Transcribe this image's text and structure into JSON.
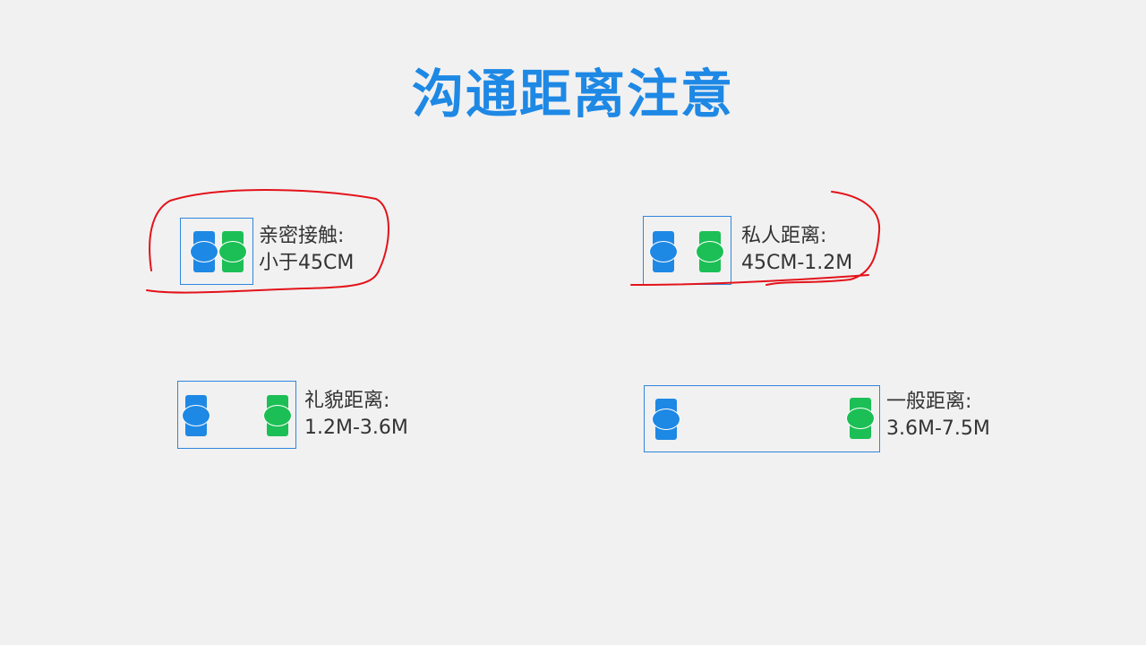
{
  "title": "沟通距离注意",
  "zones": [
    {
      "name": "亲密接触:",
      "range": "小于45CM"
    },
    {
      "name": "私人距离:",
      "range": "45CM-1.2M"
    },
    {
      "name": "礼貌距离:",
      "range": "1.2M-3.6M"
    },
    {
      "name": "一般距离:",
      "range": "3.6M-7.5M"
    }
  ],
  "colors": {
    "title": "#1e88e5",
    "person_a": "#1e88e5",
    "person_b": "#1cbf55",
    "frame": "#2f86de",
    "annotation": "#e3131b"
  },
  "annotations": {
    "circled_zones": [
      "亲密接触:",
      "私人距离:"
    ]
  }
}
